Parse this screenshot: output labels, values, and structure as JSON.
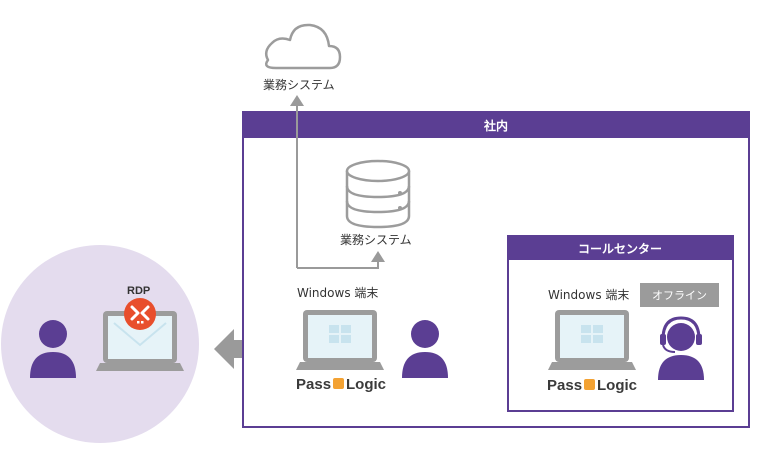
{
  "colors": {
    "purple": "#5b3e93",
    "remote_circle": "#e4dcee",
    "gray_icon": "#9c9c9c",
    "screen_fill": "#e6f3f8",
    "window_tile": "#c8e3ee",
    "arrow_gray": "#9a9a9a",
    "badge_gray": "#9b9b9b",
    "rdp_red": "#e84e2c",
    "logo_orange": "#f3a233"
  },
  "cloud": {
    "label": "業務システム",
    "icon": "cloud-icon"
  },
  "office": {
    "header": "社内",
    "db": {
      "label": "業務システム",
      "icon": "database-icon"
    },
    "windows_pc": {
      "label": "Windows 端末",
      "brand_left": "Pass",
      "brand_right": "Logic"
    }
  },
  "call_center": {
    "header": "コールセンター",
    "windows_pc": {
      "label": "Windows 端末",
      "badge": "オフライン",
      "brand_left": "Pass",
      "brand_right": "Logic"
    }
  },
  "remote": {
    "rdp_label": "RDP",
    "icons": [
      "user-icon",
      "laptop-icon",
      "rdp-icon"
    ]
  }
}
